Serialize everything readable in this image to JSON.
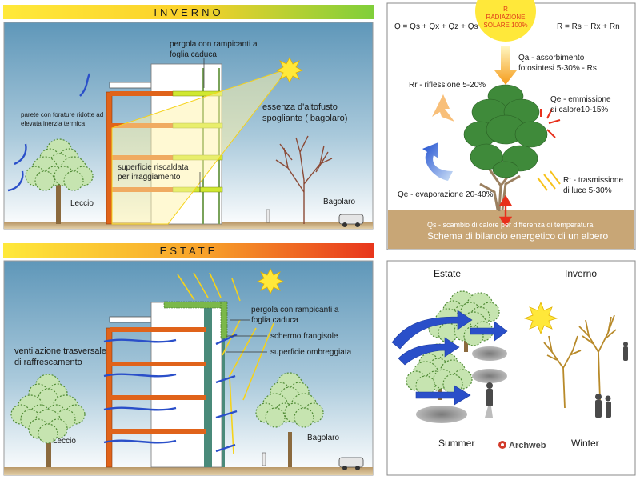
{
  "winter_panel": {
    "title": "INVERNO",
    "pergola_line1": "pergola con rampicanti a",
    "pergola_line2": "foglia caduca",
    "wall_line1": "parete con forature ridotte ad",
    "wall_line2": "elevata inerzia termica",
    "tree_line1": "essenza d'altofusto",
    "tree_line2": "spogliante ( bagolaro)",
    "surface_line1": "superficie riscaldata",
    "surface_line2": "per irraggiamento",
    "leccio": "Leccio",
    "bagolaro": "Bagolaro"
  },
  "summer_panel": {
    "title": "ESTATE",
    "pergola_line1": "pergola con rampicanti a",
    "pergola_line2": "foglia caduca",
    "schermo": "schermo  frangisole",
    "ombreggiata": "superficie ombreggiata",
    "vent_line1": "ventilazione trasversale",
    "vent_line2": "di raffrescamento",
    "leccio": "Leccio",
    "bagolaro": "Bagolaro"
  },
  "balance_panel": {
    "sun_line1": "R",
    "sun_line2": "RADIAZIONE",
    "sun_line3": "SOLARE 100%",
    "eq_q": "Q = Qs + Qx + Qz + Qs",
    "eq_r": "R = Rs + Rx + Rn",
    "qa_line1": "Qa - assorbimento",
    "qa_line2": "fotosintesi 5-30% - Rs",
    "rr": "Rr - riflessione 5-20%",
    "qe_em_line1": "Qe - emmissione",
    "qe_em_line2": "di calore10-15%",
    "rt_line1": "Rt - trasmissione",
    "rt_line2": "di luce 5-30%",
    "qe_ev": "Qe - evaporazione 20-40%",
    "qs": "Qs - scambio di calore per differenza di temperatura",
    "caption": "Schema di bilancio energetico di un albero"
  },
  "seasons_panel": {
    "estate": "Estate",
    "inverno": "Inverno",
    "summer": "Summer",
    "winter": "Winter",
    "logo": "Archweb"
  },
  "colors": {
    "sky_top": "#5f97b9",
    "sky_bottom": "#ffffff",
    "ground": "#c9a26b",
    "structure": "#e0631a",
    "leaf": "#5a9e3a",
    "sun": "#ffe83a",
    "arrow_blue": "#2a4fc9",
    "soil": "#c8a676"
  }
}
